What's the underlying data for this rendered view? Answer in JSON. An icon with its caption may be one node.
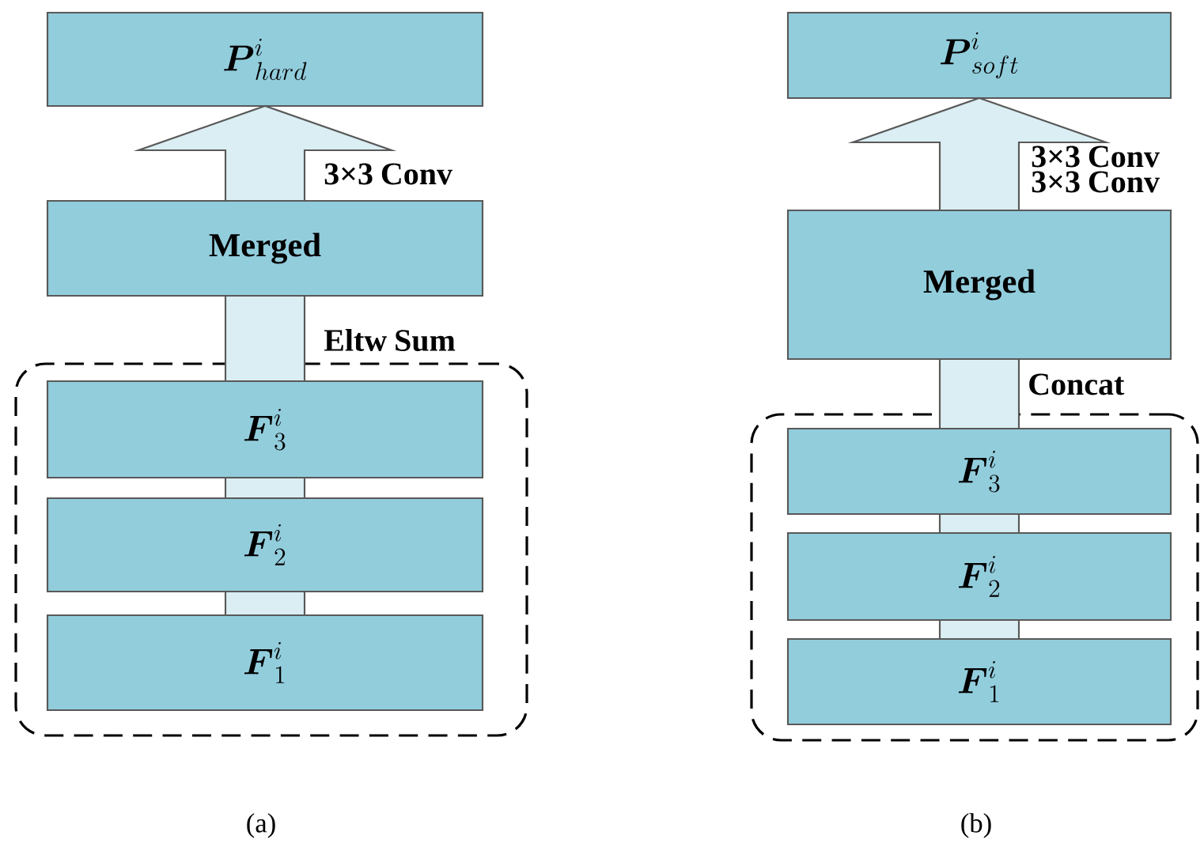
{
  "diagram": {
    "nodes": [
      {
        "text": [
          "\\boldsymbol{P}^{i}_{hard}"
        ]
      },
      {
        "text": [
          "Merged"
        ]
      },
      {
        "text": [],
        "shape": "box"
      },
      {
        "text": [
          "\\boldsymbol{F}^{i}_{3}"
        ],
        "in": 2
      },
      {
        "text": [
          "\\boldsymbol{F}^{i}_{2}"
        ],
        "in": 2
      },
      {
        "text": [
          "\\boldsymbol{F}^{i}_{1}"
        ],
        "in": 2
      },
      {
        "text": [
          "\\boldsymbol{P}^{i}_{soft}"
        ]
      },
      {
        "text": [
          "Merged"
        ]
      },
      {
        "text": [],
        "shape": "box"
      },
      {
        "text": [
          "\\boldsymbol{F}^{i}_{3}"
        ],
        "in": 8
      },
      {
        "text": [
          "\\boldsymbol{F}^{i}_{2}"
        ],
        "in": 8
      },
      {
        "text": [
          "\\boldsymbol{F}^{i}_{1}"
        ],
        "in": 8
      }
    ],
    "edges": [
      {
        "from": 1,
        "to": 0,
        "arrow": "to",
        "label": "3×3 Conv"
      },
      {
        "from": 3,
        "to": 1,
        "arrow": "none",
        "label": "Eltw Sum"
      },
      {
        "from": 5,
        "to": 4,
        "arrow": "none"
      },
      {
        "from": 4,
        "to": 3,
        "arrow": "none"
      },
      {
        "from": 7,
        "to": 6,
        "arrow": "to",
        "label": "3×3 Conv 3×3 Conv"
      },
      {
        "from": 9,
        "to": 7,
        "arrow": "none",
        "label": "Concat"
      },
      {
        "from": 11,
        "to": 10,
        "arrow": "none"
      },
      {
        "from": 10,
        "to": 9,
        "arrow": "none"
      }
    ],
    "labels": [
      "(a)",
      "(b)"
    ]
  }
}
